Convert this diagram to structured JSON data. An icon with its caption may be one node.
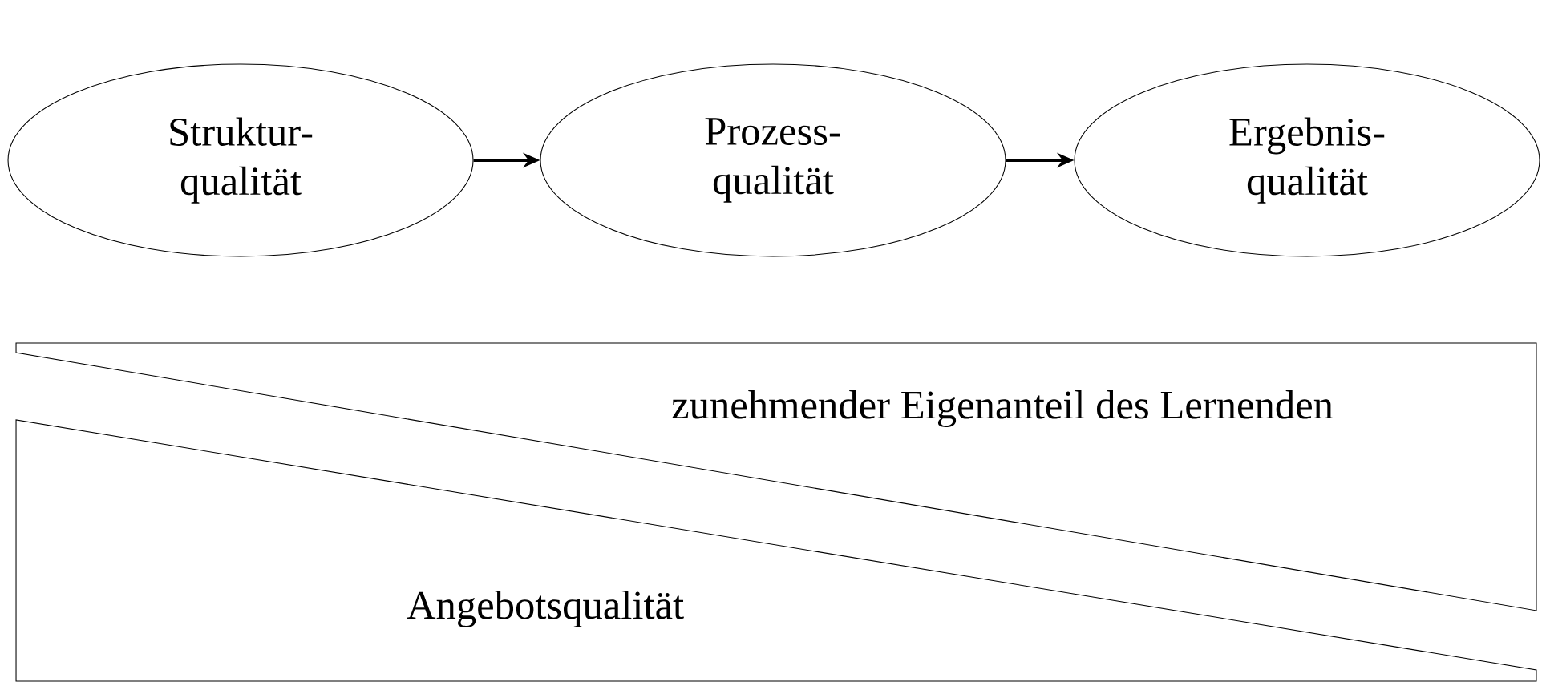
{
  "diagram": {
    "nodes": [
      {
        "text": [
          "Struktur- qualität"
        ]
      },
      {
        "text": [
          "Prozess- qualität"
        ]
      },
      {
        "text": [
          "Ergebnis- qualität"
        ]
      },
      {
        "text": [
          "zunehmender Eigenanteil des Lernenden"
        ]
      },
      {
        "text": [
          "Angebotsqualität"
        ]
      }
    ],
    "edges": [
      {
        "from": 0,
        "to": 1,
        "arrow": "to"
      },
      {
        "from": 1,
        "to": 2,
        "arrow": "to"
      }
    ]
  }
}
